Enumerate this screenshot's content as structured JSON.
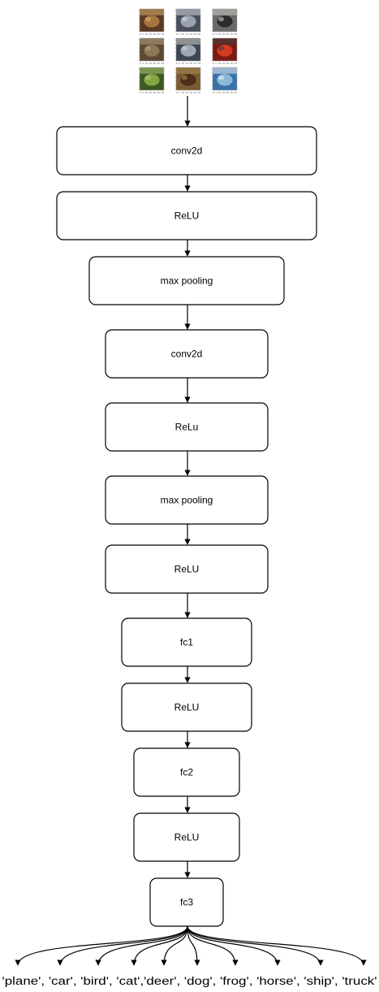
{
  "layers": [
    {
      "id": "conv2d-1",
      "label": "conv2d"
    },
    {
      "id": "relu-1",
      "label": "ReLU"
    },
    {
      "id": "max-pooling-1",
      "label": "max pooling"
    },
    {
      "id": "conv2d-2",
      "label": "conv2d"
    },
    {
      "id": "relu-2",
      "label": "ReLu"
    },
    {
      "id": "max-pooling-2",
      "label": "max pooling"
    },
    {
      "id": "relu-3",
      "label": "ReLU"
    },
    {
      "id": "fc1",
      "label": "fc1"
    },
    {
      "id": "relu-4",
      "label": "ReLU"
    },
    {
      "id": "fc2",
      "label": "fc2"
    },
    {
      "id": "relu-5",
      "label": "ReLU"
    },
    {
      "id": "fc3",
      "label": "fc3"
    }
  ],
  "input_images": {
    "thumbnails": [
      {
        "id": "frog",
        "colors": [
          "#5a3a22",
          "#a8743e",
          "#d8b070"
        ]
      },
      {
        "id": "truck",
        "colors": [
          "#4a4f5c",
          "#9aa2b0",
          "#d6d8dc"
        ]
      },
      {
        "id": "truck-2",
        "colors": [
          "#6a6a68",
          "#2a2c2a",
          "#c8c8c4"
        ]
      },
      {
        "id": "deer",
        "colors": [
          "#5d4a36",
          "#8c7656",
          "#b8a27c"
        ]
      },
      {
        "id": "car",
        "colors": [
          "#3d4650",
          "#9ca8b4",
          "#d4d0c4"
        ]
      },
      {
        "id": "car-2",
        "colors": [
          "#7a1a12",
          "#d23a22",
          "#404040"
        ]
      },
      {
        "id": "bird",
        "colors": [
          "#3a5a22",
          "#86a642",
          "#b0c878"
        ]
      },
      {
        "id": "horse",
        "colors": [
          "#7a5a30",
          "#4a2e18",
          "#a88a56"
        ]
      },
      {
        "id": "ship",
        "colors": [
          "#3a72a8",
          "#8cb8d8",
          "#e8eef2"
        ]
      }
    ],
    "tick_labels": "0 5 10 15 20 25 30"
  },
  "output_classes_text": "'plane', 'car', 'bird', 'cat','deer', 'dog', 'frog', 'horse', 'ship', 'truck'",
  "output_classes": [
    "'plane'",
    "'car'",
    "'bird'",
    "'cat'",
    "'deer'",
    "'dog'",
    "'frog'",
    "'horse'",
    "'ship'",
    "'truck'"
  ],
  "colors": {
    "stroke": "#000000",
    "box_fill": "#ffffff",
    "background": "#ffffff"
  }
}
